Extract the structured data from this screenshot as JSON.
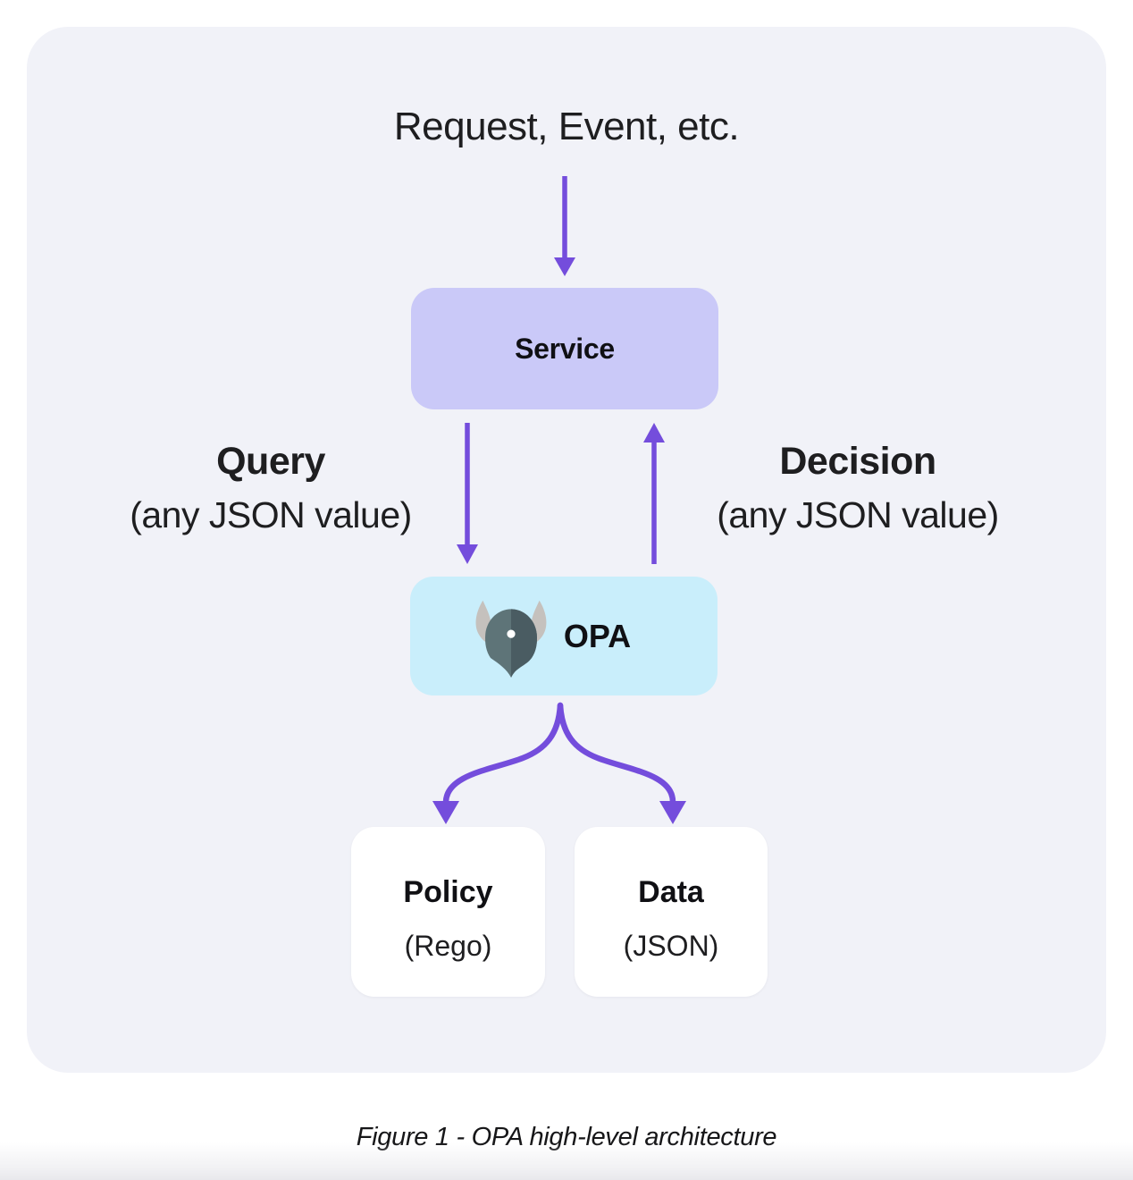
{
  "diagram": {
    "top_label": "Request, Event, etc.",
    "service": {
      "label": "Service"
    },
    "query": {
      "title": "Query",
      "subtitle": "(any JSON value)"
    },
    "decision": {
      "title": "Decision",
      "subtitle": "(any JSON value)"
    },
    "opa": {
      "label": "OPA",
      "logo": "opa-viking-helmet-icon"
    },
    "policy": {
      "title": "Policy",
      "subtitle": "(Rego)"
    },
    "data": {
      "title": "Data",
      "subtitle": "(JSON)"
    }
  },
  "caption": "Figure 1 - OPA high-level architecture",
  "colors": {
    "arrow": "#744ddc",
    "container_bg": "#f1f2f8",
    "service_bg": "#cac9f8",
    "opa_bg": "#c9eefb",
    "card_bg": "#ffffff",
    "helmet_left": "#5e7478",
    "helmet_right": "#4a5c62",
    "horn": "#c5c1bd",
    "dot": "#ffffff"
  }
}
